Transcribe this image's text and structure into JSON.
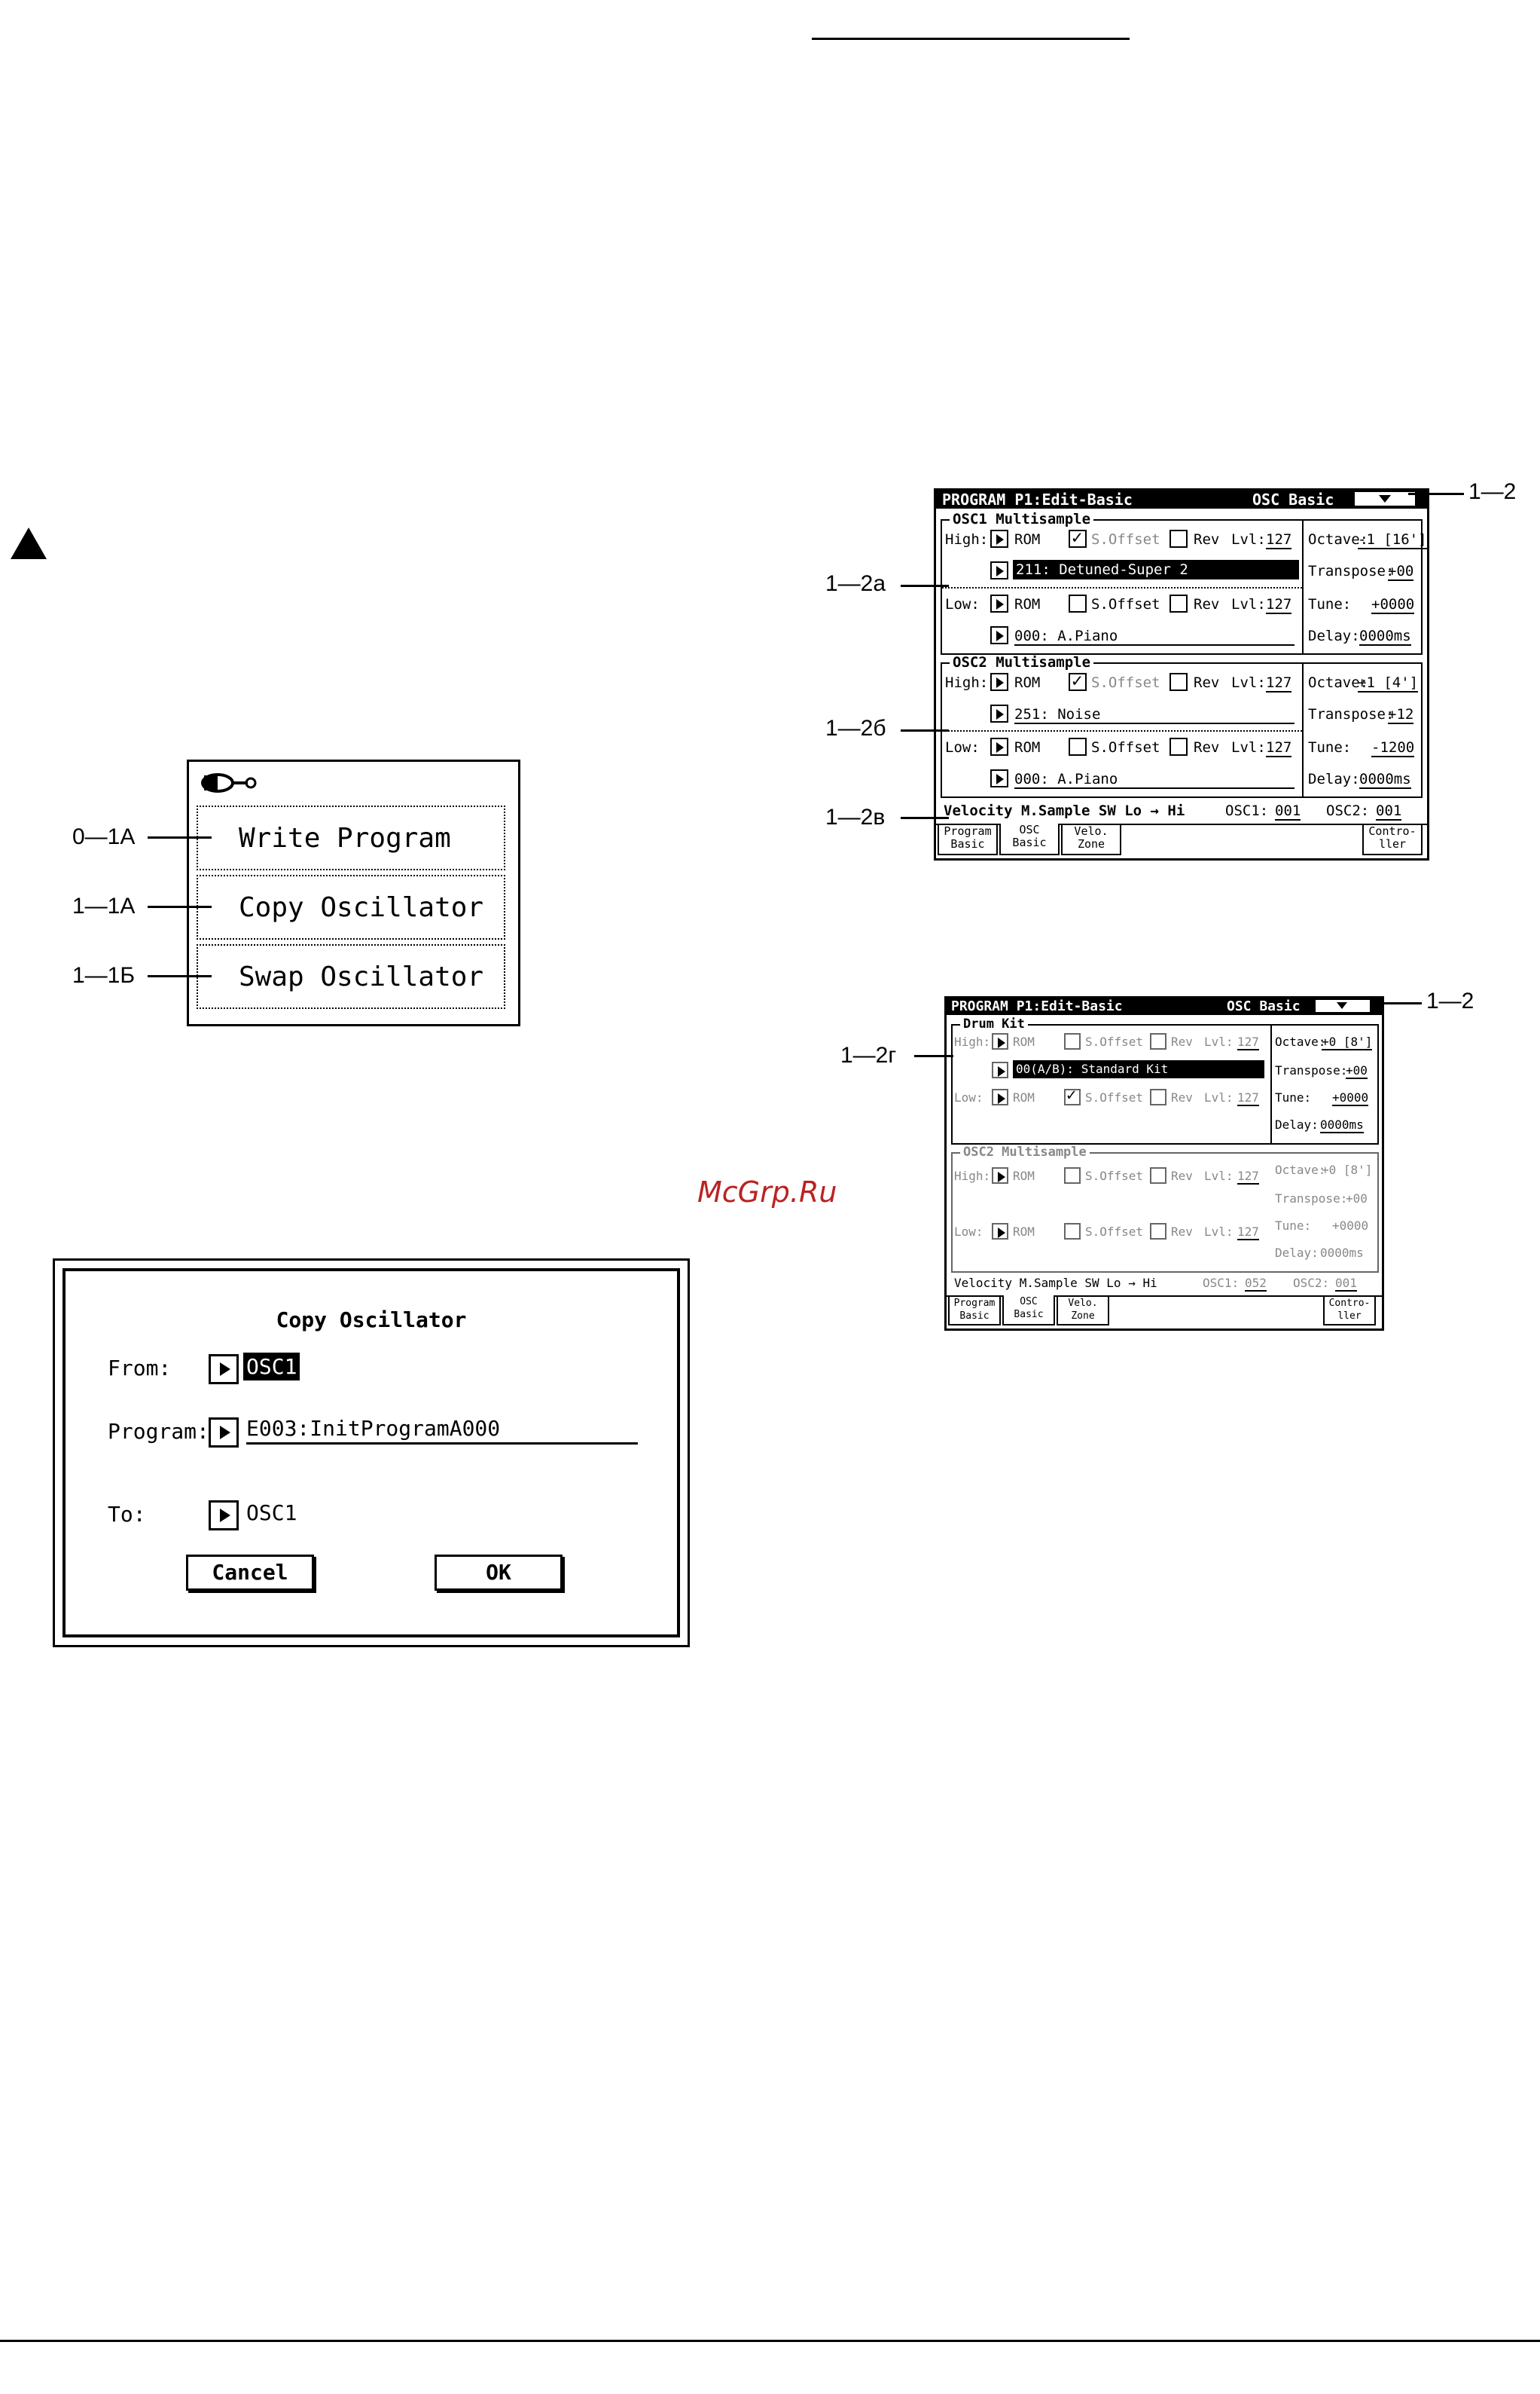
{
  "page": {
    "watermark": "McGrp.Ru"
  },
  "menu": {
    "items": [
      {
        "tag": "0—1А",
        "label": "Write Program"
      },
      {
        "tag": "1—1А",
        "label": "Copy Oscillator"
      },
      {
        "tag": "1—1Б",
        "label": "Swap Oscillator"
      }
    ]
  },
  "dialog": {
    "title": "Copy Oscillator",
    "from_label": "From:",
    "from_value": "OSC1",
    "program_label": "Program:",
    "program_value": "E003:InitProgramA000",
    "to_label": "To:",
    "to_value": "OSC1",
    "cancel": "Cancel",
    "ok": "OK"
  },
  "screen1": {
    "title": "PROGRAM P1:Edit-Basic",
    "page": "OSC Basic",
    "callouts": {
      "top": "1—2",
      "a": "1—2а",
      "b": "1—2б",
      "c": "1—2в"
    },
    "osc1": {
      "label": "OSC1 Multisample",
      "high": "High:",
      "low": "Low:",
      "rom": "ROM",
      "soffset": "S.Offset",
      "rev": "Rev",
      "lvl": "Lvl:",
      "lvl_high": "127",
      "lvl_low": "127",
      "high_sample": "211: Detuned-Super 2",
      "low_sample": "000: A.Piano",
      "octave_label": "Octave:",
      "octave": "-1 [16']",
      "transpose_label": "Transpose:",
      "transpose": "+00",
      "tune_label": "Tune:",
      "tune": "+0000",
      "delay_label": "Delay:",
      "delay": "0000ms"
    },
    "osc2": {
      "label": "OSC2 Multisample",
      "high": "High:",
      "low": "Low:",
      "rom": "ROM",
      "soffset": "S.Offset",
      "rev": "Rev",
      "lvl": "Lvl:",
      "lvl_high": "127",
      "lvl_low": "127",
      "high_sample": "251: Noise",
      "low_sample": "000: A.Piano",
      "octave_label": "Octave:",
      "octave": "+1 [4']",
      "transpose_label": "Transpose:",
      "transpose": "+12",
      "tune_label": "Tune:",
      "tune": "-1200",
      "delay_label": "Delay:",
      "delay": "0000ms"
    },
    "velocity": {
      "label": "Velocity M.Sample SW Lo → Hi",
      "osc1": "OSC1:",
      "osc1_val": "001",
      "osc2": "OSC2:",
      "osc2_val": "001"
    },
    "tabs": [
      "Program Basic",
      "OSC Basic",
      "Velo. Zone",
      "Contro- ller"
    ]
  },
  "screen2": {
    "title": "PROGRAM P1:Edit-Basic",
    "page": "OSC Basic",
    "callouts": {
      "top": "1—2",
      "g": "1—2г"
    },
    "drum": {
      "label": "Drum Kit",
      "high": "High:",
      "low": "Low:",
      "rom": "ROM",
      "soffset": "S.Offset",
      "rev": "Rev",
      "lvl": "Lvl:",
      "lvl_high": "127",
      "lvl_low": "127",
      "kit": "00(A/B): Standard Kit",
      "octave_label": "Octave:",
      "octave": "+0 [8']",
      "transpose_label": "Transpose:",
      "transpose": "+00",
      "tune_label": "Tune:",
      "tune": "+0000",
      "delay_label": "Delay:",
      "delay": "0000ms"
    },
    "osc2": {
      "label": "OSC2 Multisample",
      "high": "High:",
      "low": "Low:",
      "rom": "ROM",
      "soffset": "S.Offset",
      "rev": "Rev",
      "lvl": "Lvl:",
      "lvl_high": "127",
      "lvl_low": "127",
      "octave_label": "Octave:",
      "octave": "+0 [8']",
      "transpose_label": "Transpose:",
      "transpose": "+00",
      "tune_label": "Tune:",
      "tune": "+0000",
      "delay_label": "Delay:",
      "delay": "0000ms"
    },
    "velocity": {
      "label": "Velocity M.Sample SW Lo → Hi",
      "osc1": "OSC1:",
      "osc1_val": "052",
      "osc2": "OSC2:",
      "osc2_val": "001"
    },
    "tabs": [
      "Program Basic",
      "OSC Basic",
      "Velo. Zone",
      "Contro- ller"
    ]
  }
}
